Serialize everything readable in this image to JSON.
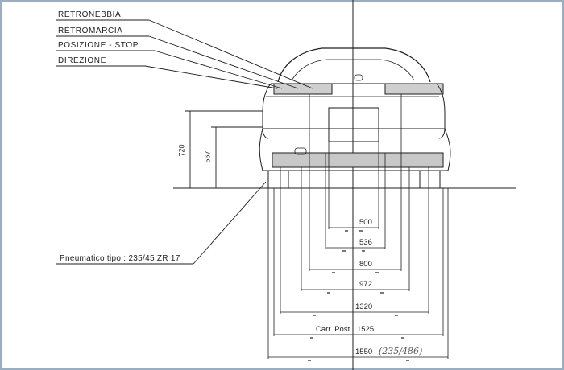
{
  "callouts": [
    {
      "text": "RETRONEBBIA"
    },
    {
      "text": "RETROMARCIA"
    },
    {
      "text": "POSIZIONE  - STOP"
    },
    {
      "text": "DIREZIONE"
    }
  ],
  "tire_label": "Pneumatico  tipo : 235/45  ZR 17",
  "vertical_dims": {
    "overall": "720",
    "lights": "567"
  },
  "horizontal_dims": [
    {
      "value": "500"
    },
    {
      "value": "536"
    },
    {
      "value": "800"
    },
    {
      "value": "972"
    },
    {
      "value": "1320"
    },
    {
      "value": "1525",
      "prefix": "Carr. Post."
    },
    {
      "value": "1550"
    }
  ],
  "handwritten_note": "(235/486)",
  "colors": {
    "ink": "#1e1e1e",
    "frame": "#9aaec2",
    "page": "#ffffff"
  }
}
